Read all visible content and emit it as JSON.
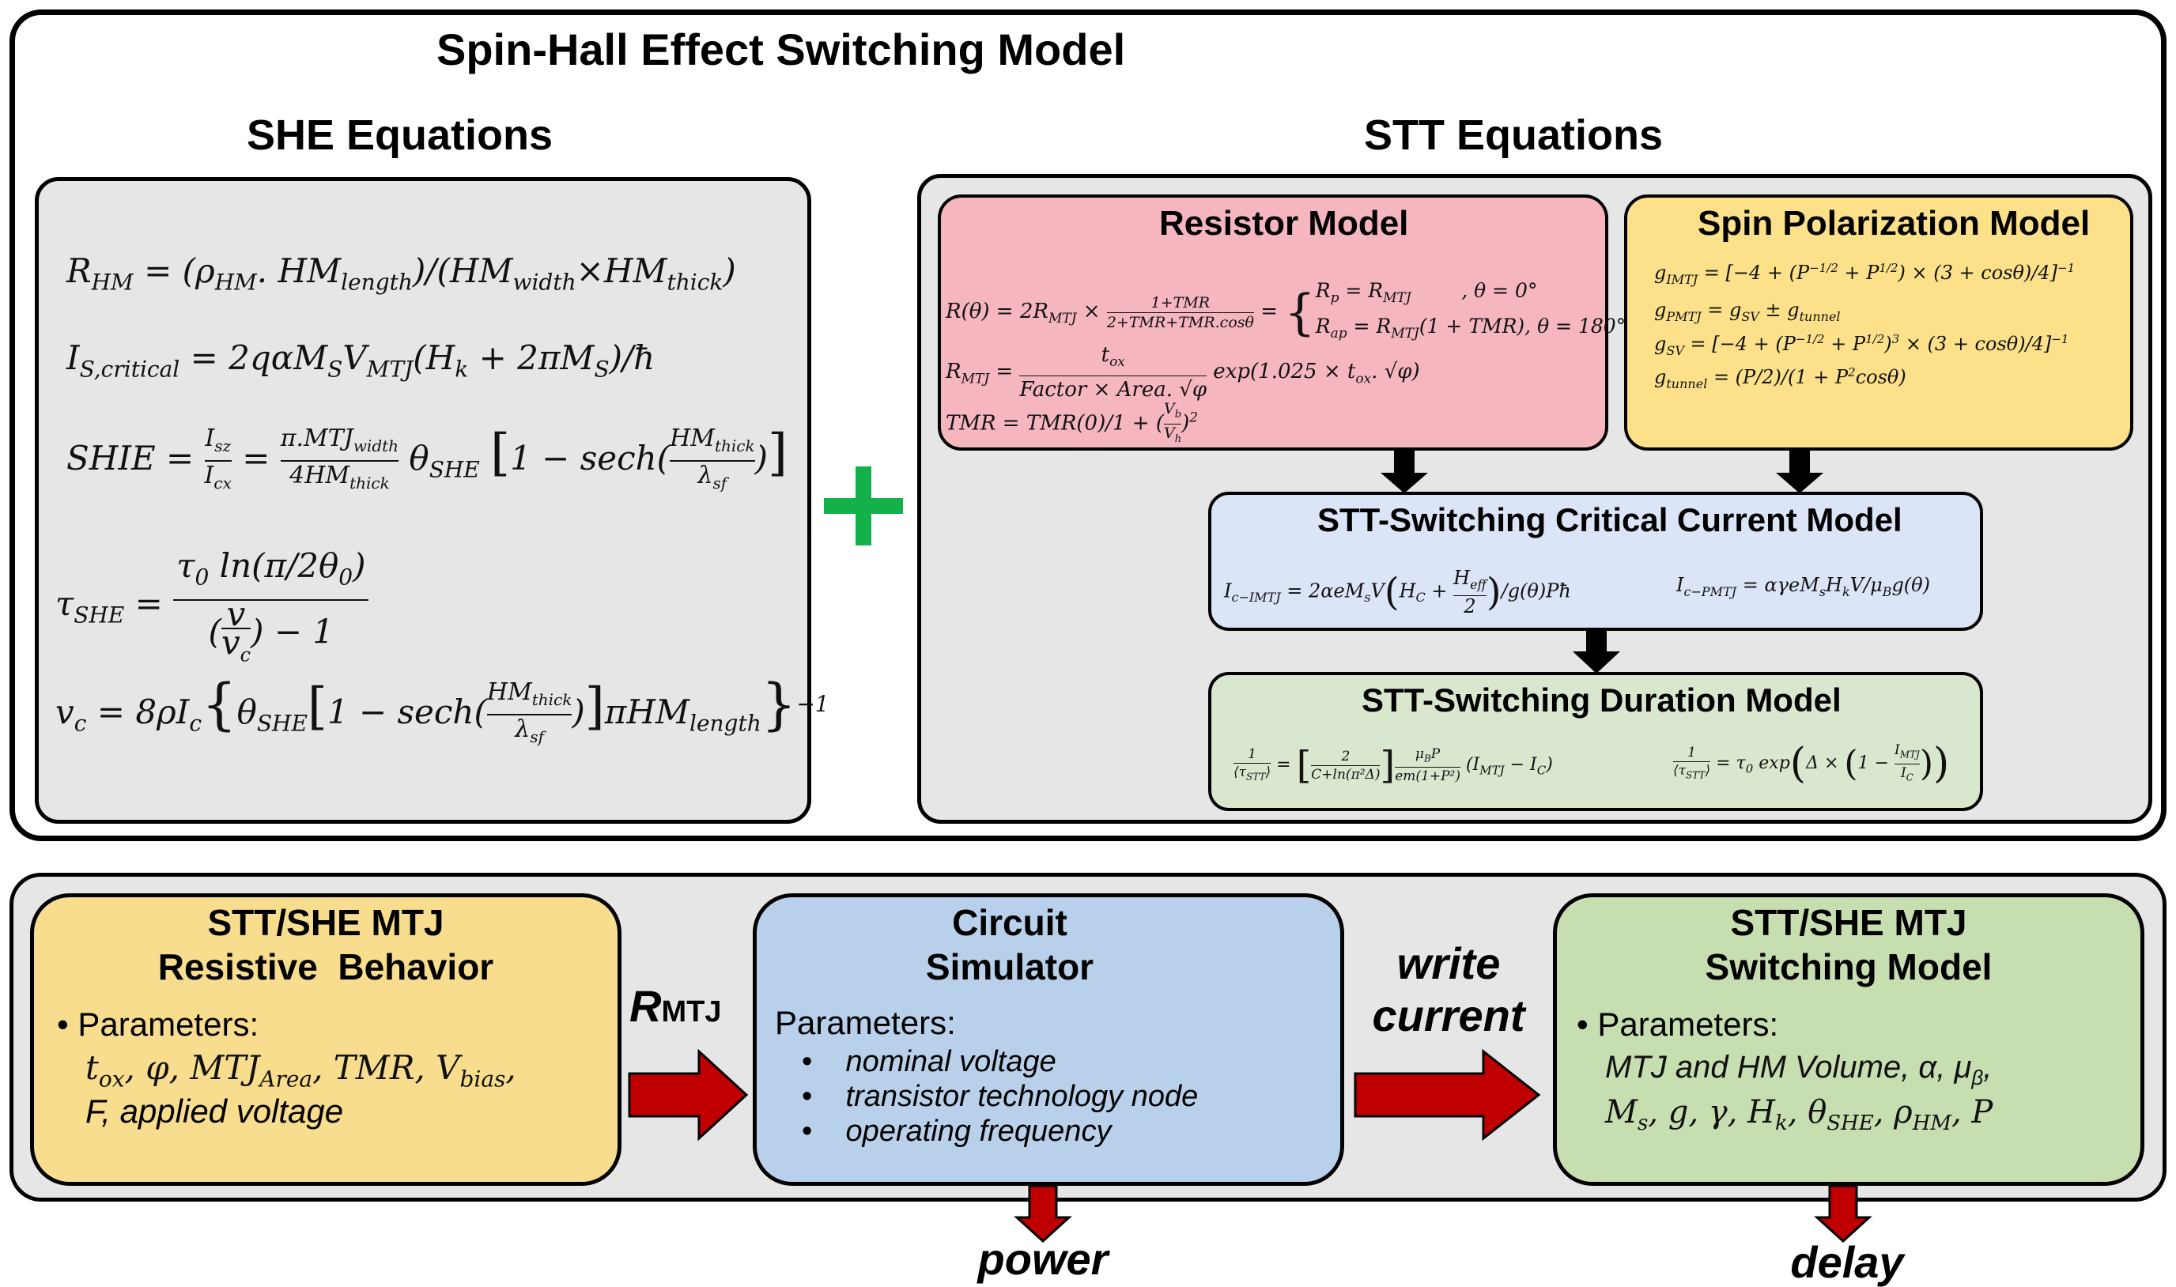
{
  "top": {
    "title": "Spin-Hall Effect Switching Model",
    "she_heading": "SHE Equations",
    "stt_heading": "STT Equations",
    "she_equations": [
      "R_HM = (ρ_HM.HM_length)/(HM_width × HM_thick)",
      "I_S,critical = 2qαM_S V_MTJ (H_k + 2πM_S)/ħ",
      "SHIE = I_sz/I_cx = π.MTJ_width/4HM_thick θ_SHE [1 − sech(HM_thick/λ_sf)]",
      "τ_SHE = τ_0 ln(π/2θ_0) / ((v/v_c) − 1)",
      "v_c = 8ρI_c {θ_SHE [1 − sech(HM_thick/λ_sf)] πHM_length}^−1"
    ],
    "plus_sign": "+",
    "resistor_model": {
      "title": "Resistor Model",
      "eq1": "R(θ) = 2R_MTJ × (1+TMR)/(2+TMR+TMR.cosθ) = { R_p = R_MTJ , θ = 0° ; R_ap = R_MTJ(1+TMR), θ = 180° }",
      "eq2": "R_MTJ = t_ox/(Factor × Area.√φ) exp(1.025 × t_ox.√φ)",
      "eq3": "TMR = TMR(0)/1 + (V_b/V_h)²"
    },
    "spin_model": {
      "title": "Spin Polarization Model",
      "eq1": "g_IMTJ = [−4 + (P^−1/2 + P^1/2) × (3 + cosθ)/4]^−1",
      "eq2": "g_PMTJ = g_SV ± g_tunnel",
      "eq3": "g_SV = [−4 + (P^−1/2 + P^1/2)³ × (3 + cosθ)/4]^−1",
      "eq4": "g_tunnel = (P/2)/(1 + P² cosθ)"
    },
    "critical_model": {
      "title": "STT-Switching Critical Current Model",
      "eq1": "I_c−IMTJ = 2αeM_sV (H_C + H_eff/2) / g(θ)Pħ",
      "eq2": "I_c−PMTJ = αγeM_sH_kV/μ_B g(θ)"
    },
    "duration_model": {
      "title": "STT-Switching Duration Model",
      "eq1": "1/⟨τ_STT⟩ = [2/(C+ln(π²Δ))] μ_BP/em(1+P²) (I_MTJ − I_C)",
      "eq2": "1/⟨τ_STT⟩ = τ_0 exp(Δ × (1 − I_MTJ/I_C))"
    }
  },
  "bottom": {
    "resistive": {
      "title_line1": "STT/SHE MTJ",
      "title_line2": "Resistive  Behavior",
      "param_label": "• Parameters:",
      "param_line1": "t_ox, φ, MTJ_Area, TMR, V_bias,",
      "param_line2": "F, applied voltage"
    },
    "arrow1_label": "R",
    "arrow1_sub": "MTJ",
    "simulator": {
      "title_line1": "Circuit",
      "title_line2": "Simulator",
      "param_label": "Parameters:",
      "items": [
        "nominal voltage",
        "transistor technology node",
        "operating frequency"
      ]
    },
    "arrow2_line1": "write",
    "arrow2_line2": "current",
    "switching": {
      "title_line1": "STT/SHE MTJ",
      "title_line2": "Switching Model",
      "param_label": "• Parameters:",
      "param_line1": "MTJ and HM Volume, α, μ_β,",
      "param_line2": "M_s, g, γ, H_k, θ_SHE, ρ_HM, P"
    },
    "power_label": "power",
    "delay_label": "delay"
  },
  "colors": {
    "panel_gray": "#e6e6e6",
    "resistor_pink": "#f6b6bf",
    "spin_yellow": "#fce08a",
    "critical_blue": "#dbe5f7",
    "duration_green": "#d9e7cf",
    "resistive_yellow": "#f9dd8e",
    "simulator_blue": "#b8d0ea",
    "switching_green": "#c7deb0",
    "arrow_red": "#c00000",
    "plus_green": "#14b14b"
  }
}
